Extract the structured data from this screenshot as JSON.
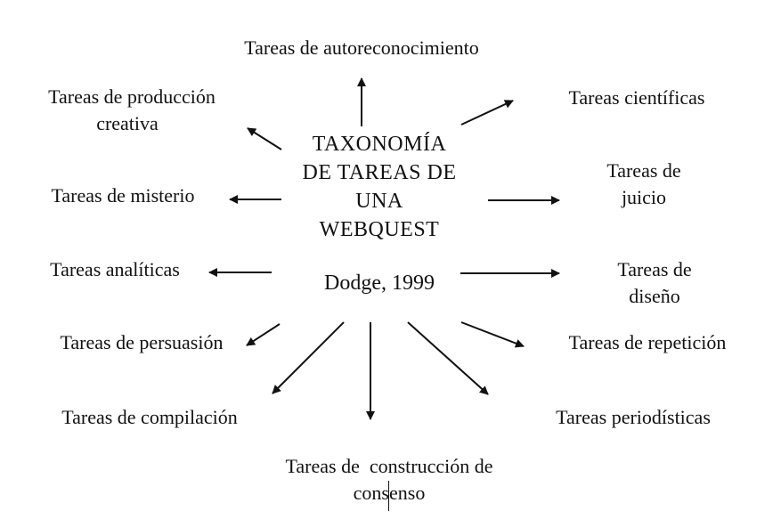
{
  "center": {
    "title_lines": [
      "TAXONOMÍA",
      "DE TAREAS DE",
      "UNA",
      "WEBQUEST"
    ],
    "citation": "Dodge, 1999"
  },
  "tasks": {
    "autoreconocimiento": [
      "Tareas de autoreconocimiento"
    ],
    "produccion_creativa": [
      "Tareas de producción",
      "creativa"
    ],
    "cientificas": [
      "Tareas científicas"
    ],
    "misterio": [
      "Tareas de misterio"
    ],
    "juicio": [
      "Tareas de",
      "juicio"
    ],
    "analiticas": [
      "Tareas analíticas"
    ],
    "diseno": [
      "Tareas de",
      "diseño"
    ],
    "persuasion": [
      "Tareas de persuasión"
    ],
    "repeticion": [
      "Tareas de  repetición"
    ],
    "compilacion": [
      "Tareas de compilación"
    ],
    "periodisticas": [
      "Tareas periodísticas"
    ],
    "construccion_consenso": [
      "Tareas de  construcción de",
      "consenso"
    ]
  },
  "colors": {
    "ink": "#111111",
    "background": "#ffffff"
  }
}
